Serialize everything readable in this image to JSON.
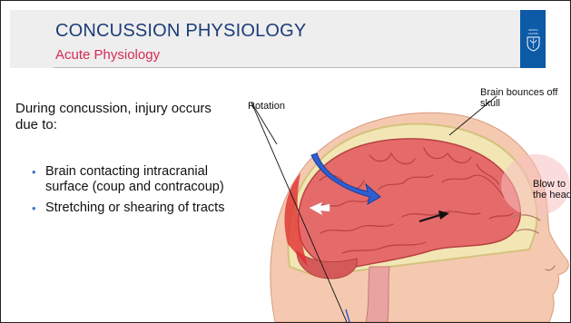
{
  "slide": {
    "title": "CONCUSSION PHYSIOLOGY",
    "subtitle": "Acute Physiology",
    "logo_text": "MAYO CLINIC",
    "intro": "During concussion, injury occurs due to:",
    "bullets": [
      "Brain contacting intracranial surface (coup and contracoup)",
      "Stretching or shearing of tracts"
    ]
  },
  "illustration": {
    "labels": {
      "rotation": "Rotation",
      "bounce": "Brain bounces off skull",
      "blow": "Blow to the head"
    },
    "icons": [
      "brain-illustration",
      "rotation-arrow-icon",
      "impact-arrow-icon"
    ]
  },
  "colors": {
    "title": "#1c3c78",
    "subtitle": "#d72a57",
    "bullet_marker": "#3b74c2",
    "logo_background": "#0d5aa7",
    "brain": "#e56a6a",
    "rotation_arrow": "#2f5fd0"
  }
}
